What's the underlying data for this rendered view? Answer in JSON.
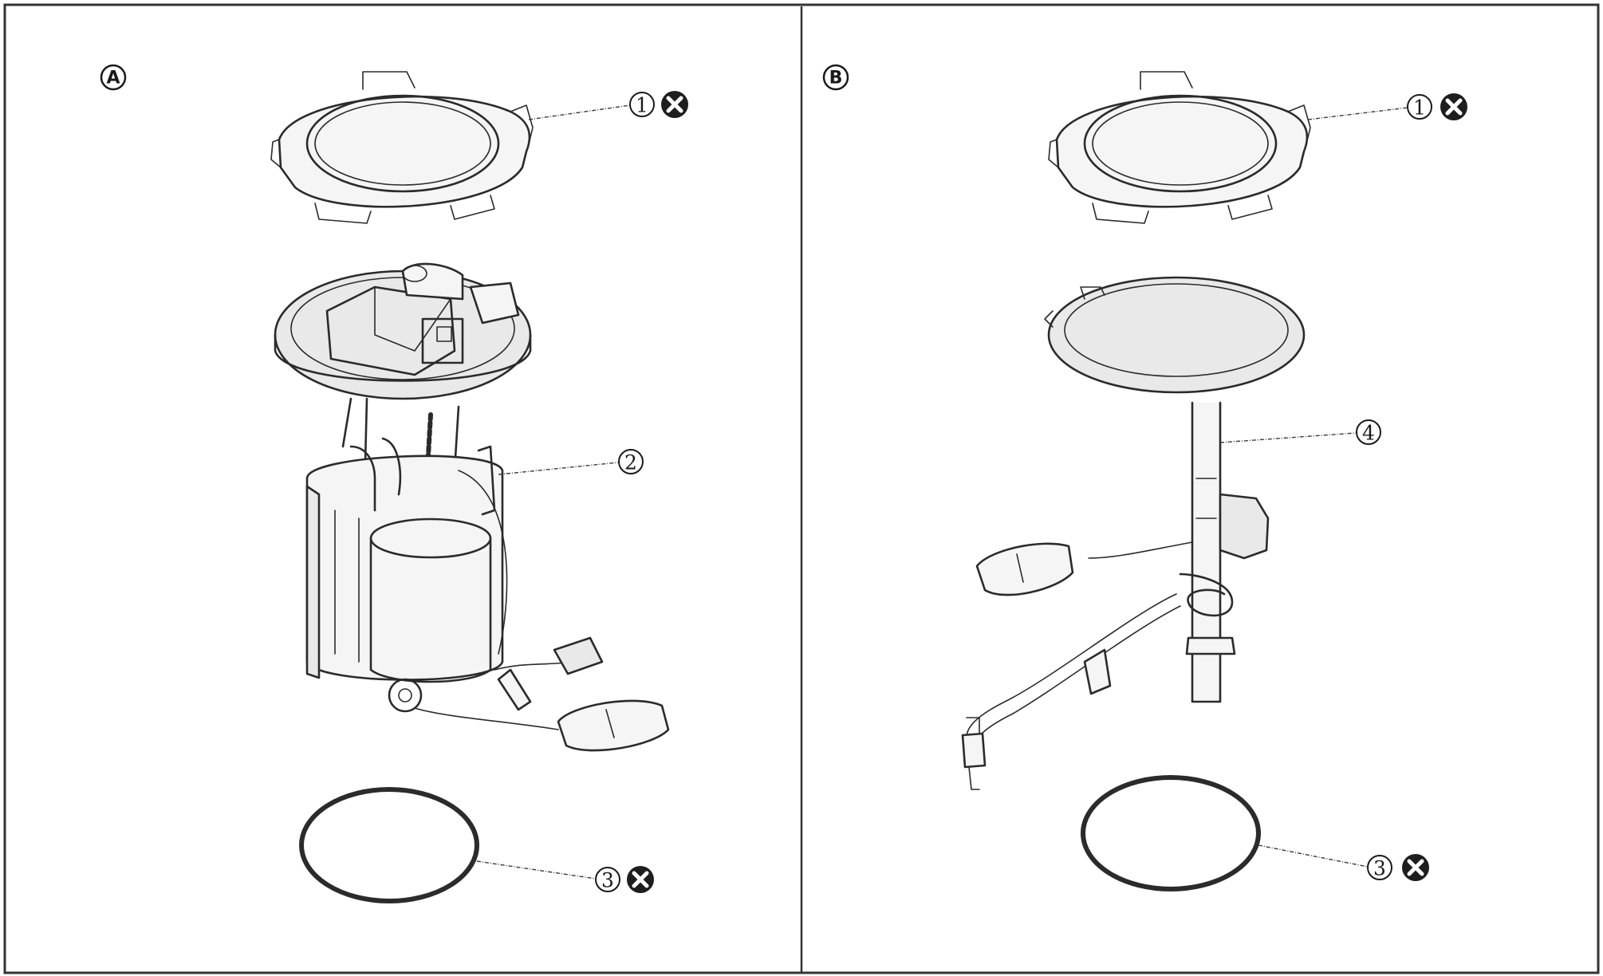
{
  "panels": [
    {
      "id": "A",
      "label": "A",
      "callouts": [
        {
          "number": "1",
          "replace_mark": true
        },
        {
          "number": "2",
          "replace_mark": false
        },
        {
          "number": "3",
          "replace_mark": true
        }
      ]
    },
    {
      "id": "B",
      "label": "B",
      "callouts": [
        {
          "number": "1",
          "replace_mark": true
        },
        {
          "number": "4",
          "replace_mark": false
        },
        {
          "number": "3",
          "replace_mark": true
        }
      ]
    }
  ],
  "icons": {
    "replace_mark": "x-circle-icon"
  },
  "colors": {
    "ink": "#2b2b2b",
    "paper": "#ffffff"
  }
}
